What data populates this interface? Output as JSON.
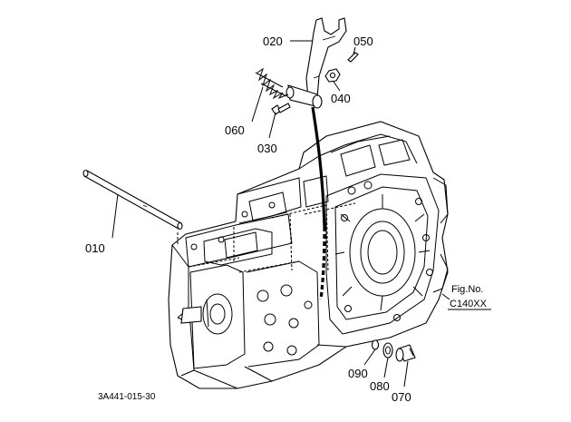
{
  "diagram": {
    "callouts": [
      {
        "id": "c020",
        "text": "020"
      },
      {
        "id": "c050",
        "text": "050"
      },
      {
        "id": "c040",
        "text": "040"
      },
      {
        "id": "c060",
        "text": "060"
      },
      {
        "id": "c030",
        "text": "030"
      },
      {
        "id": "c010",
        "text": "010"
      },
      {
        "id": "c090",
        "text": "090"
      },
      {
        "id": "c080",
        "text": "080"
      },
      {
        "id": "c070",
        "text": "070"
      }
    ],
    "figure_label": {
      "line1": "Fig.No.",
      "line2": "C140XX"
    },
    "drawing_code": "3A441-015-30"
  }
}
